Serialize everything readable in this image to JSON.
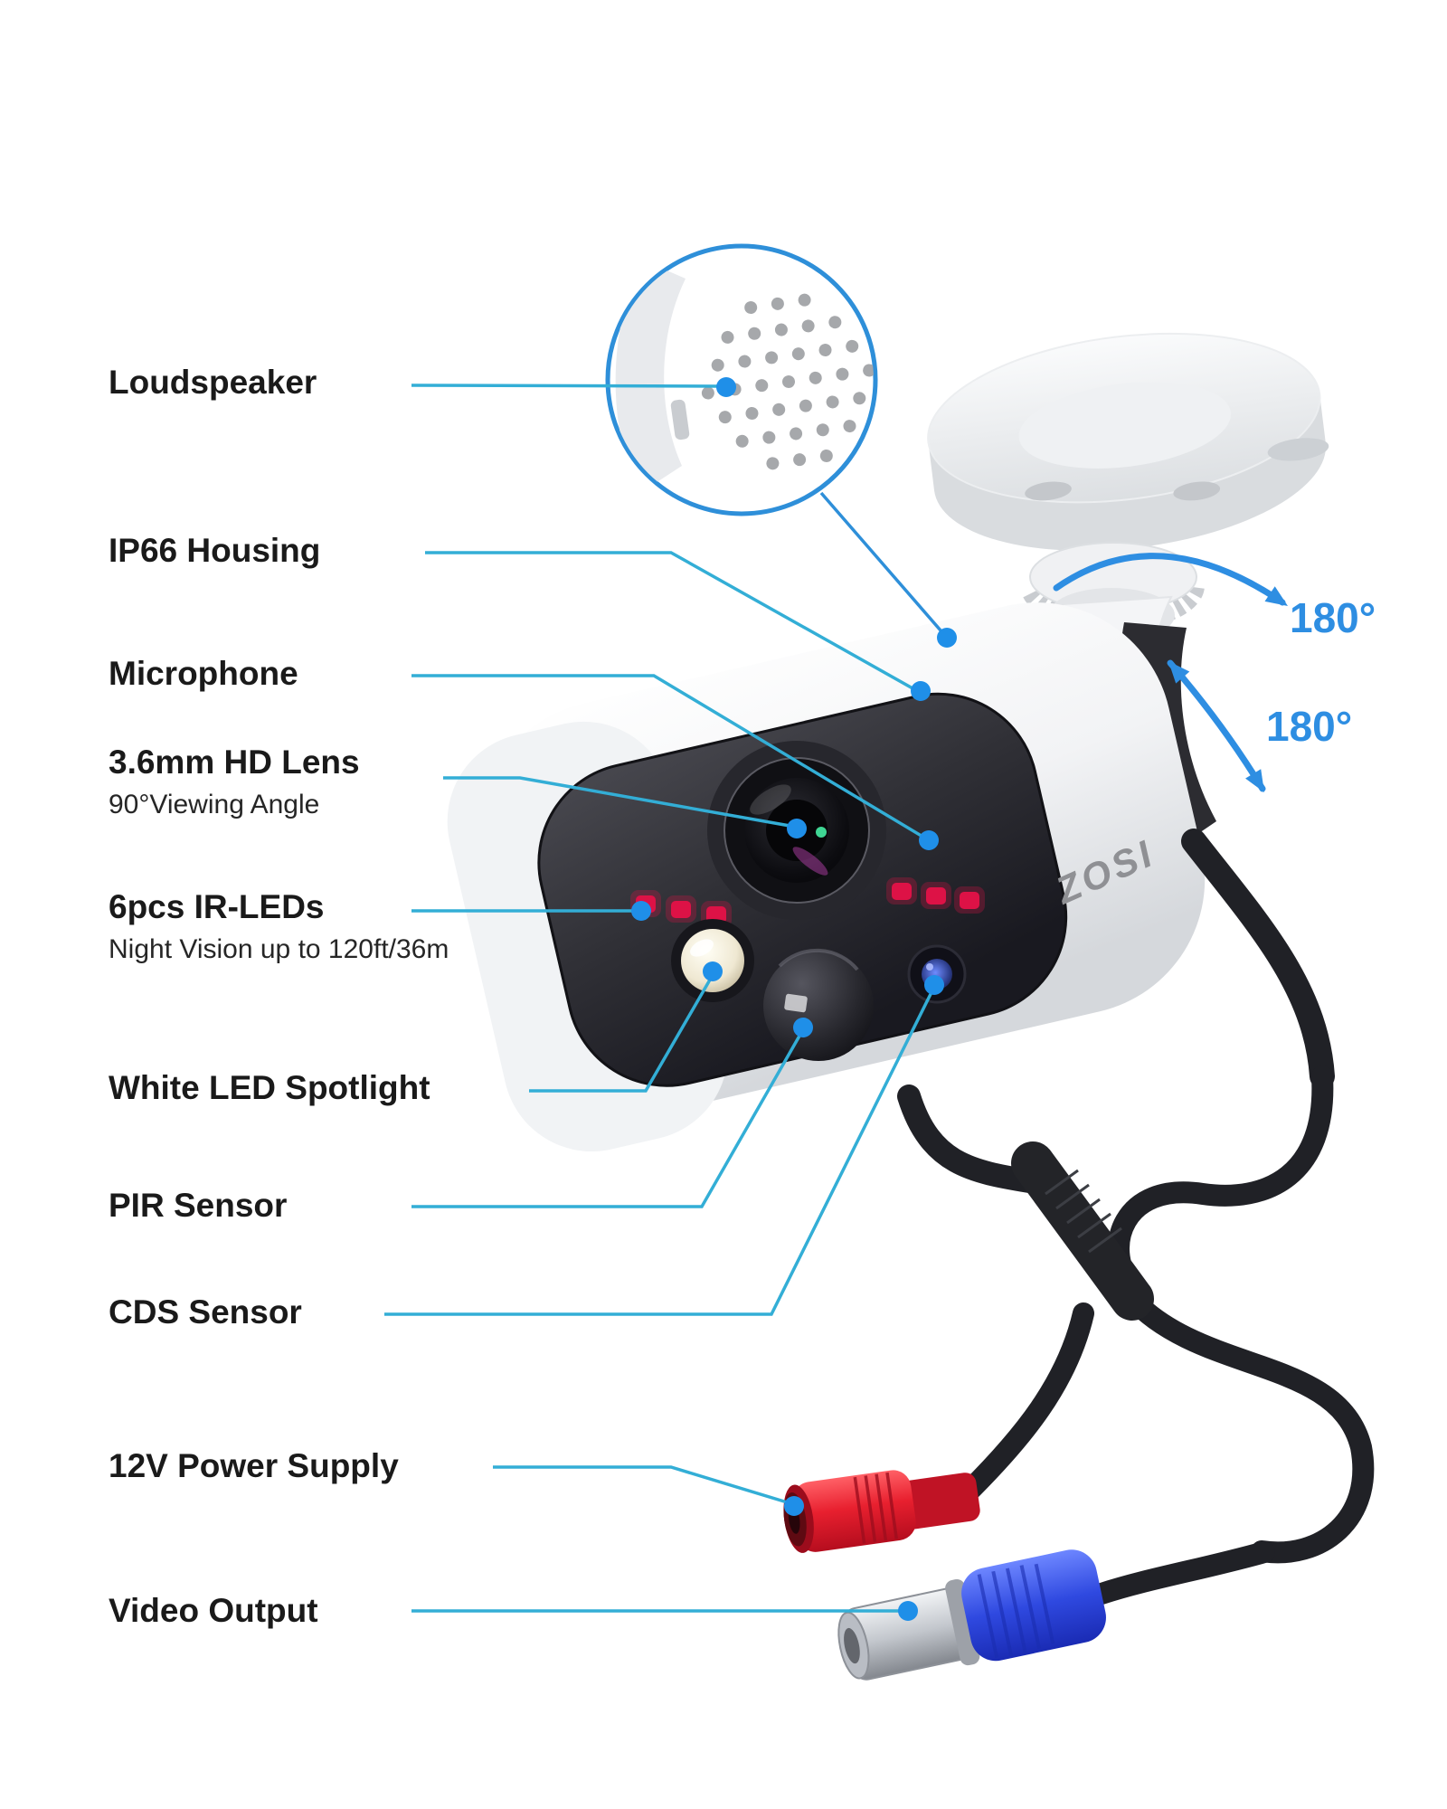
{
  "figure": {
    "brand": "ZOSI",
    "callouts": [
      {
        "id": "loudspeaker",
        "label": "Loudspeaker"
      },
      {
        "id": "ip66-housing",
        "label": "IP66 Housing"
      },
      {
        "id": "microphone",
        "label": "Microphone"
      },
      {
        "id": "lens",
        "label": "3.6mm HD Lens",
        "sublabel": "90°Viewing Angle"
      },
      {
        "id": "ir-leds",
        "label": "6pcs IR-LEDs",
        "sublabel": "Night Vision up to 120ft/36m"
      },
      {
        "id": "spotlight",
        "label": "White LED Spotlight"
      },
      {
        "id": "pir-sensor",
        "label": "PIR Sensor"
      },
      {
        "id": "cds-sensor",
        "label": "CDS Sensor"
      },
      {
        "id": "power",
        "label": "12V Power Supply"
      },
      {
        "id": "video",
        "label": "Video Output"
      }
    ],
    "rotation_labels": [
      {
        "text": "180°"
      },
      {
        "text": "180°"
      }
    ],
    "magnifier": {
      "feature": "speaker-hole-grid",
      "hole_rows": [
        3,
        5,
        6,
        7,
        6,
        5,
        3
      ]
    },
    "colors": {
      "callout_line": "#33aed6",
      "callout_dot": "#1f8fe8",
      "magnifier_stroke": "#2e8fd9",
      "rotation_blue": "#2e8ee2",
      "ir_led_red": "#dd1246",
      "power_connector_red": "#d41425",
      "video_connector_blue": "#2a3fd4",
      "label_text": "#1a1a1a"
    }
  }
}
